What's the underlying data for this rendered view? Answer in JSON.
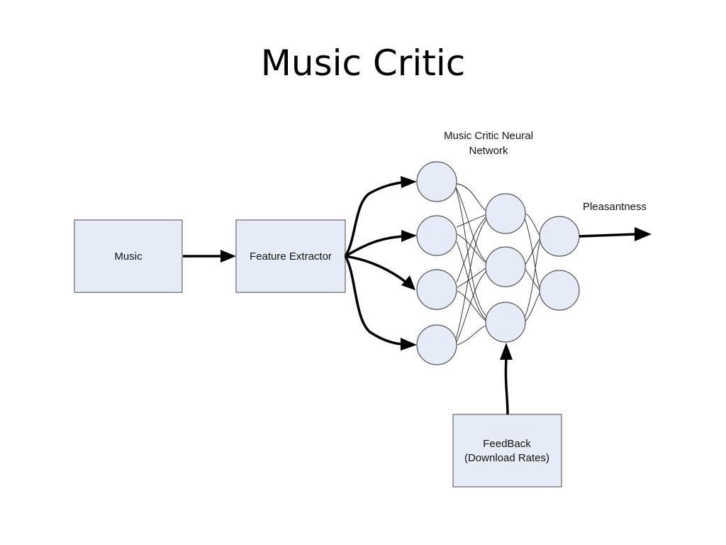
{
  "slide": {
    "title": "Music Critic"
  },
  "diagram": {
    "music_box_label": "Music",
    "feature_extractor_label": "Feature Extractor",
    "network_title_line1": "Music Critic Neural",
    "network_title_line2": "Network",
    "output_label": "Pleasantness",
    "feedback_line1": "FeedBack",
    "feedback_line2": "(Download Rates)"
  },
  "colors": {
    "box_fill": "#e6ecf7",
    "arrow": "#000000"
  }
}
